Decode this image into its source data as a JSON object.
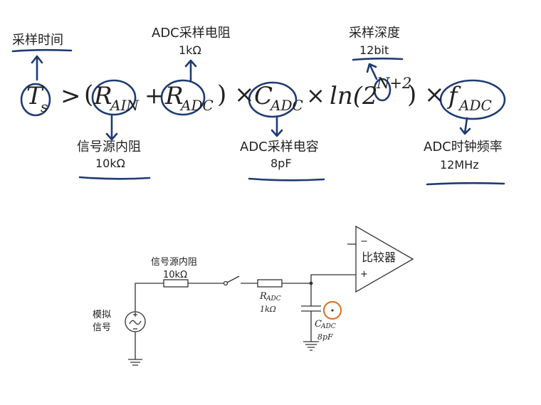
{
  "annotations_top": {
    "sample_time": "采样时间",
    "adc_resistance": "ADC采样电阻",
    "adc_resistance_value": "1kΩ",
    "sample_depth": "采样深度",
    "sample_depth_value": "12bit"
  },
  "formula": {
    "T": "T",
    "s": "s",
    "gt": ">",
    "open_paren": "(",
    "R1": "R",
    "AIN": "AIN",
    "plus": "+",
    "R2": "R",
    "ADC1": "ADC",
    "close_times": ") ×",
    "C": "C",
    "ADC2": "ADC",
    "times2": "×",
    "ln": "ln(2",
    "exp": "N+2",
    "close_times2": ") ×",
    "f": "f",
    "ADC3": "ADC"
  },
  "annotations_bottom": {
    "source_resistance": "信号源内阻",
    "source_resistance_value": "10kΩ",
    "adc_capacitance": "ADC采样电容",
    "adc_capacitance_value": "8pF",
    "adc_clock": "ADC时钟频率",
    "adc_clock_value": "12MHz"
  },
  "circuit": {
    "source_label_1": "模拟",
    "source_label_2": "信号",
    "rin_label": "信号源内阻",
    "rin_value": "10kΩ",
    "radc_label": "R",
    "radc_sub": "ADC",
    "radc_value": "1kΩ",
    "cadc_label": "C",
    "cadc_sub": "ADC",
    "cadc_value": "8pF",
    "comparator_label": "比较器",
    "minus": "−",
    "plus": "+"
  },
  "colors": {
    "ink": "#1d3a74",
    "highlight": "#d9772e"
  }
}
